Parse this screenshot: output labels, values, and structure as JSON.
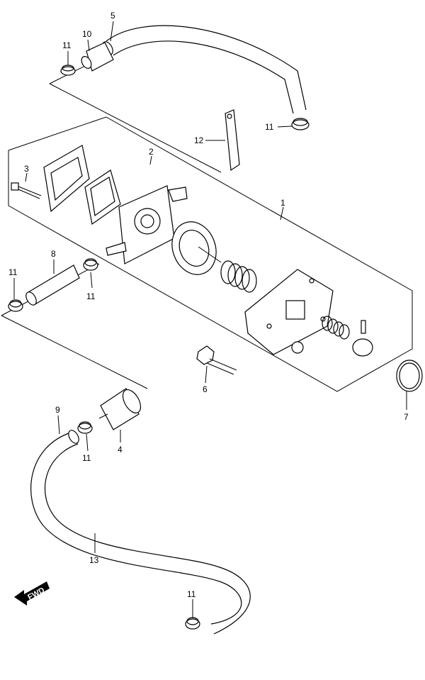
{
  "diagram": {
    "fwd_label": "FWD",
    "callouts": {
      "c1": "1",
      "c2": "2",
      "c3": "3",
      "c4": "4",
      "c5": "5",
      "c6": "6",
      "c7": "7",
      "c8": "8",
      "c9": "9",
      "c10": "10",
      "c11a": "11",
      "c11b": "11",
      "c11c": "11",
      "c11d": "11",
      "c11e": "11",
      "c11f": "11",
      "c12": "12",
      "c13": "13"
    }
  }
}
